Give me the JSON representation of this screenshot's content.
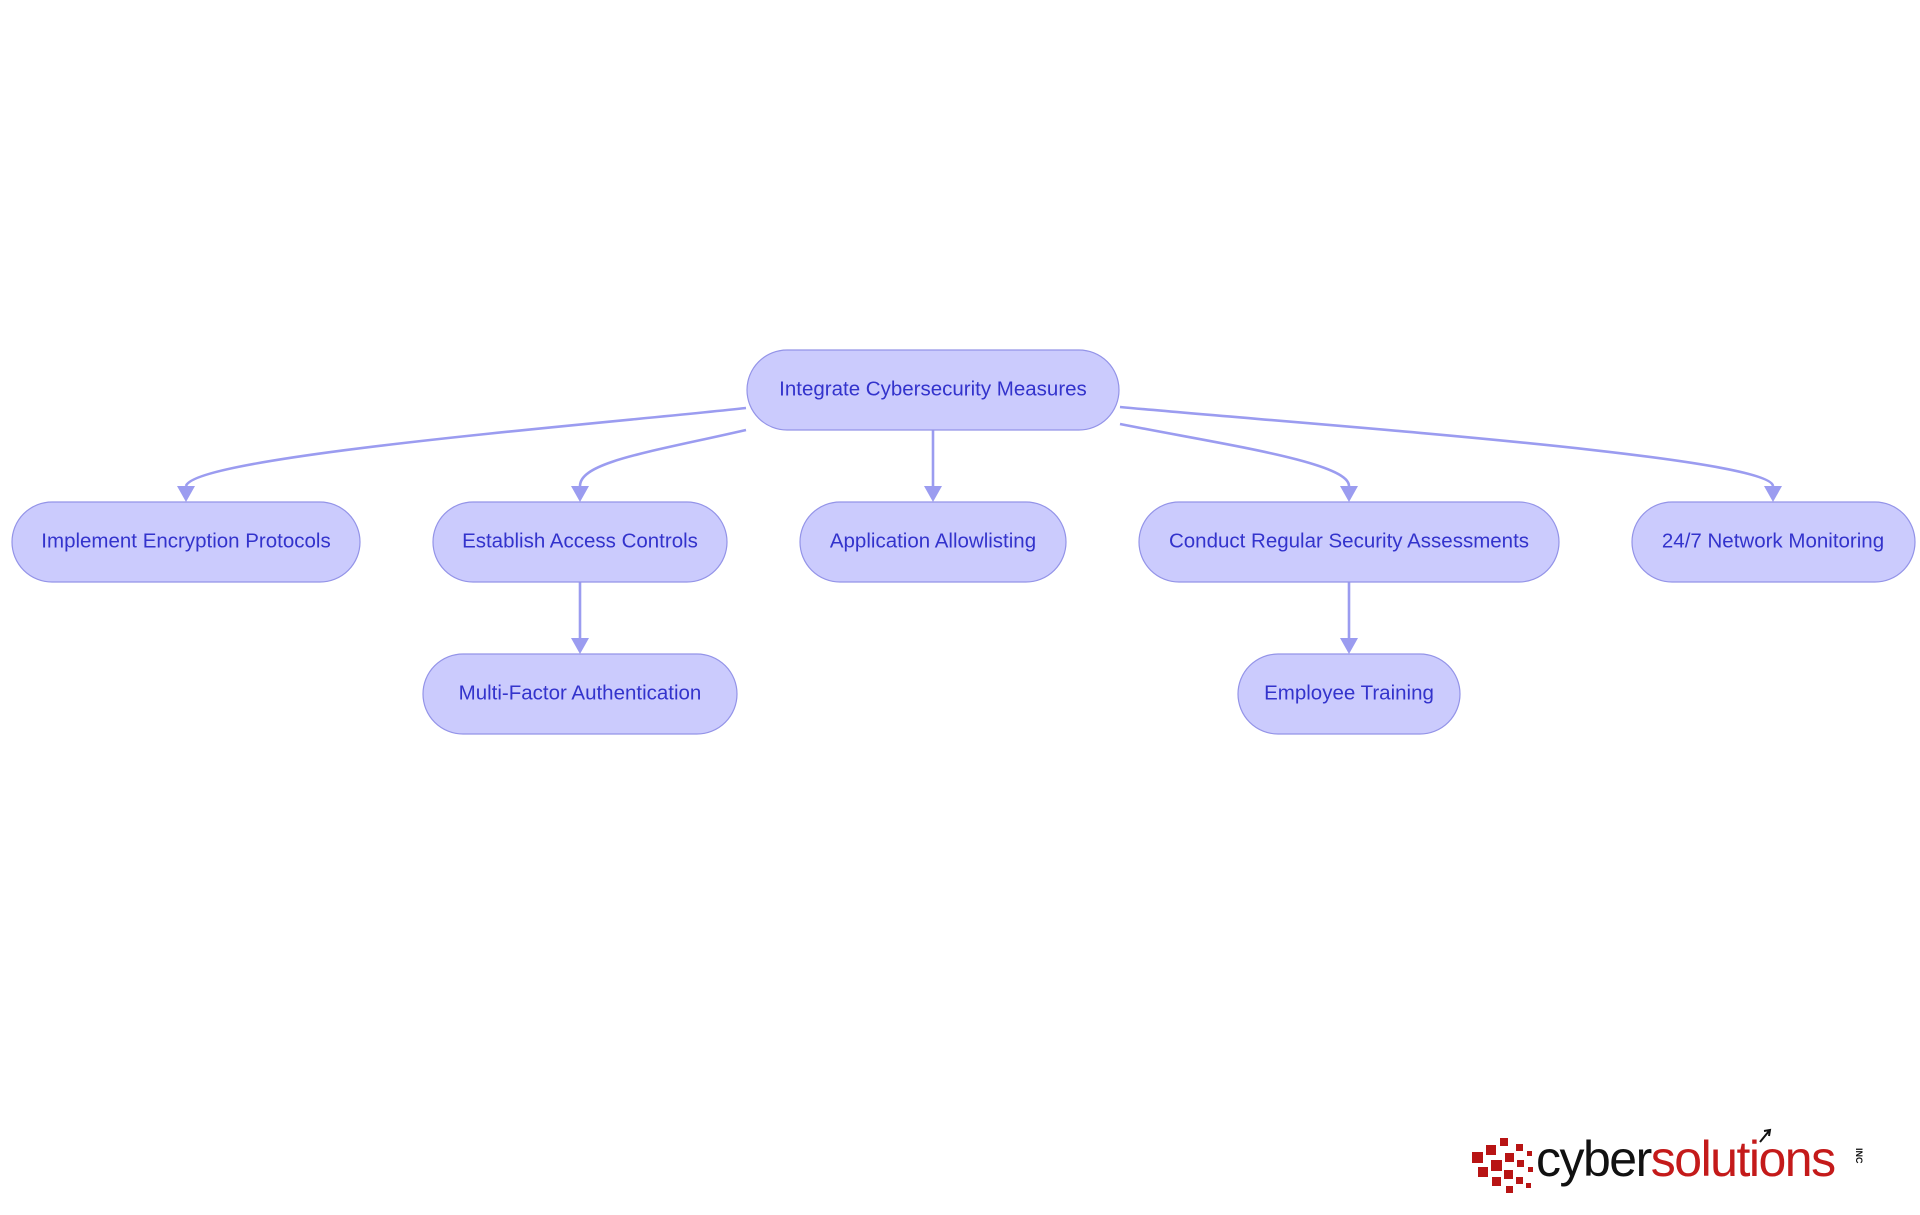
{
  "diagram": {
    "root": "Integrate Cybersecurity Measures",
    "children": [
      {
        "label": "Implement Encryption Protocols",
        "children": []
      },
      {
        "label": "Establish Access Controls",
        "children": [
          "Multi-Factor Authentication"
        ]
      },
      {
        "label": "Application Allowlisting",
        "children": []
      },
      {
        "label": "Conduct Regular Security Assessments",
        "children": [
          "Employee Training"
        ]
      },
      {
        "label": "24/7 Network Monitoring",
        "children": []
      }
    ]
  },
  "logo": {
    "cyber": "cyber",
    "solutions": "solutions",
    "inc": "INC"
  },
  "colors": {
    "node_fill": "#cbcbfd",
    "node_stroke": "#9494e8",
    "node_text": "#3333cc",
    "edge": "#9b9cf0",
    "logo_red": "#c41a1a",
    "logo_dark": "#111111"
  }
}
